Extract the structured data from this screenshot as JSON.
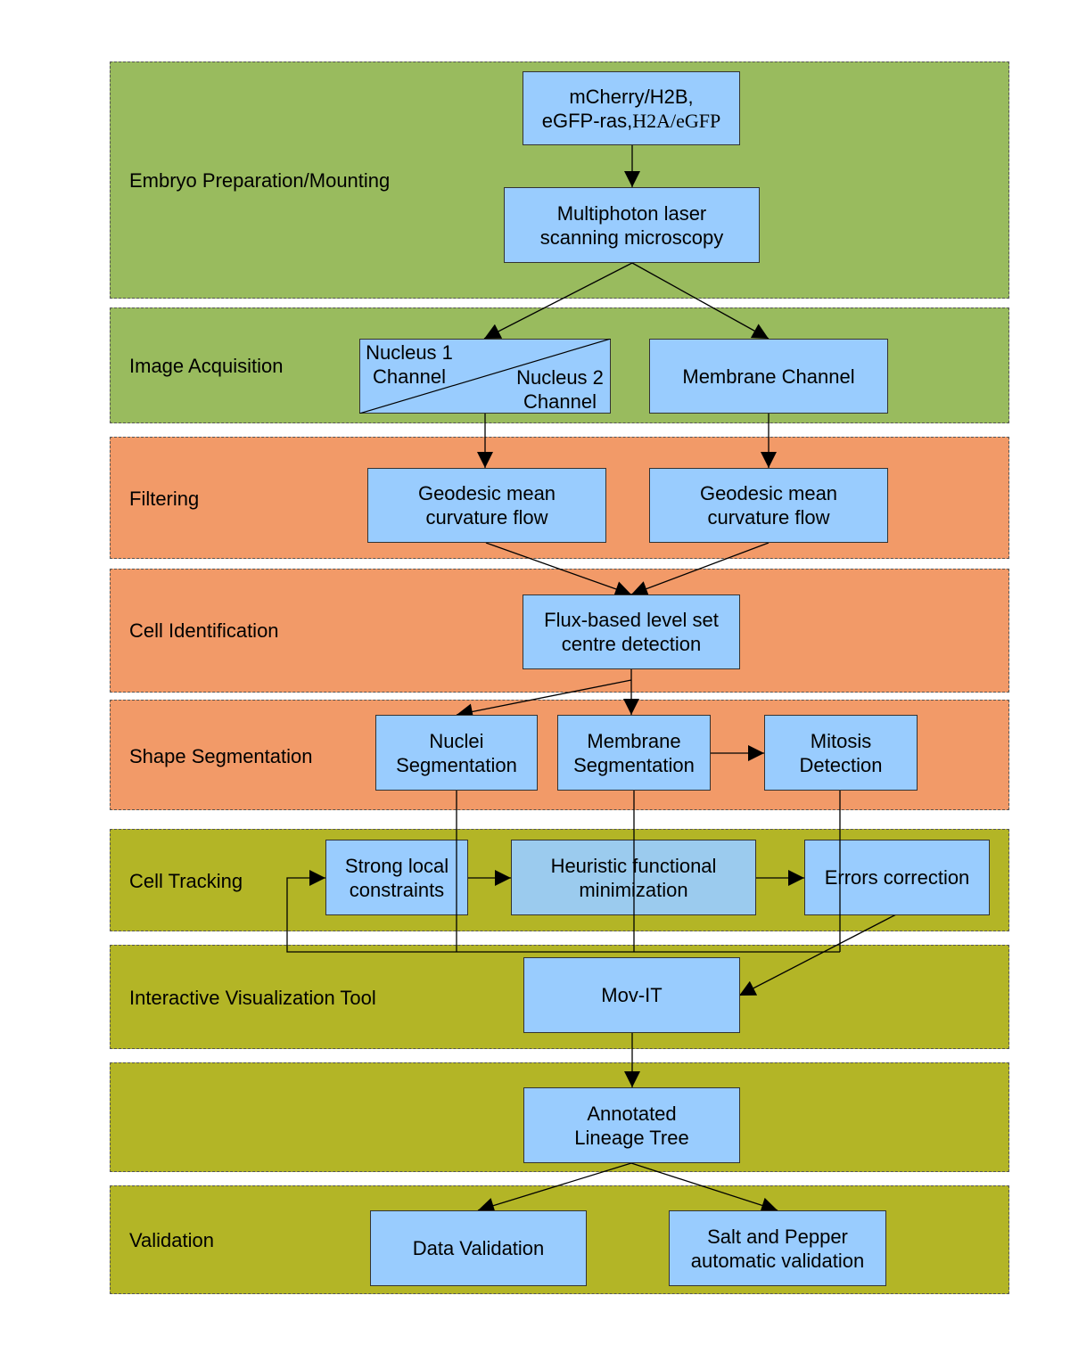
{
  "stages": {
    "embryo": "Embryo Preparation/Mounting",
    "acquisition": "Image Acquisition",
    "filtering": "Filtering",
    "identification": "Cell Identification",
    "segmentation": "Shape Segmentation",
    "tracking": "Cell Tracking",
    "visualization": "Interactive Visualization Tool",
    "lineage": "",
    "validation": "Validation"
  },
  "nodes": {
    "markers": {
      "line1": "mCherry/H2B,",
      "line2a": "eGFP-ras,",
      "line2b": "H2A/eGFP"
    },
    "microscopy": {
      "line1": "Multiphoton laser",
      "line2": "scanning microscopy"
    },
    "nucleus1": {
      "line1": "Nucleus 1",
      "line2": "Channel"
    },
    "nucleus2": {
      "line1": "Nucleus 2",
      "line2": "Channel"
    },
    "membrane_channel": "Membrane Channel",
    "filter_left": {
      "line1": "Geodesic mean",
      "line2": "curvature flow"
    },
    "filter_right": {
      "line1": "Geodesic mean",
      "line2": "curvature flow"
    },
    "flux": {
      "line1": "Flux-based level set",
      "line2": "centre detection"
    },
    "nuclei_seg": {
      "line1": "Nuclei",
      "line2": "Segmentation"
    },
    "membrane_seg": {
      "line1": "Membrane",
      "line2": "Segmentation"
    },
    "mitosis": {
      "line1": "Mitosis",
      "line2": "Detection"
    },
    "strong_local": {
      "line1": "Strong local",
      "line2": "constraints"
    },
    "heuristic": {
      "line1": "Heuristic functional",
      "line2": "minimization"
    },
    "errors": "Errors correction",
    "movit": "Mov-IT",
    "lineage_tree": {
      "line1": "Annotated",
      "line2": "Lineage Tree"
    },
    "data_validation": "Data Validation",
    "salt_pepper": {
      "line1": "Salt and Pepper",
      "line2": "automatic validation"
    }
  },
  "colors": {
    "green_band": "#99bb5e",
    "orange_band": "#f29a68",
    "olive_band": "#b3b526",
    "node_fill": "#99ccfe",
    "edge": "#000000"
  }
}
